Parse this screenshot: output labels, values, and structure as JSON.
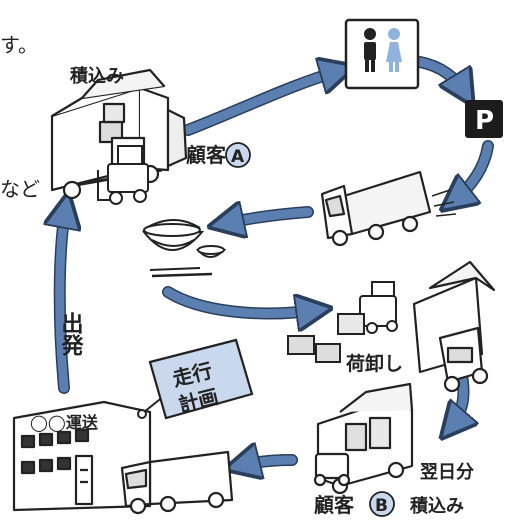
{
  "fragments": {
    "top_left": "す。",
    "mid_left": "など"
  },
  "labels": {
    "loading": "積込み",
    "customer_a_prefix": "顧客",
    "customer_a_letter": "A",
    "departure": "出発",
    "travel_plan_line1": "走行",
    "travel_plan_line2": "計画",
    "company_name": "◯◯運送",
    "unloading": "荷卸し",
    "next_day": "翌日分",
    "customer_b_prefix": "顧客",
    "customer_b_letter": "B",
    "loading_b": "積込み",
    "parking_sign": "P"
  },
  "icons": [
    "restroom-icon",
    "parking-icon",
    "meal-icon",
    "truck-icon",
    "forklift-icon",
    "office-building-icon"
  ],
  "colors": {
    "arrow": "#5b7fb0",
    "arrow_outline": "#2a3f5c",
    "plan_box": "#c9d8ec",
    "ink": "#222222"
  }
}
